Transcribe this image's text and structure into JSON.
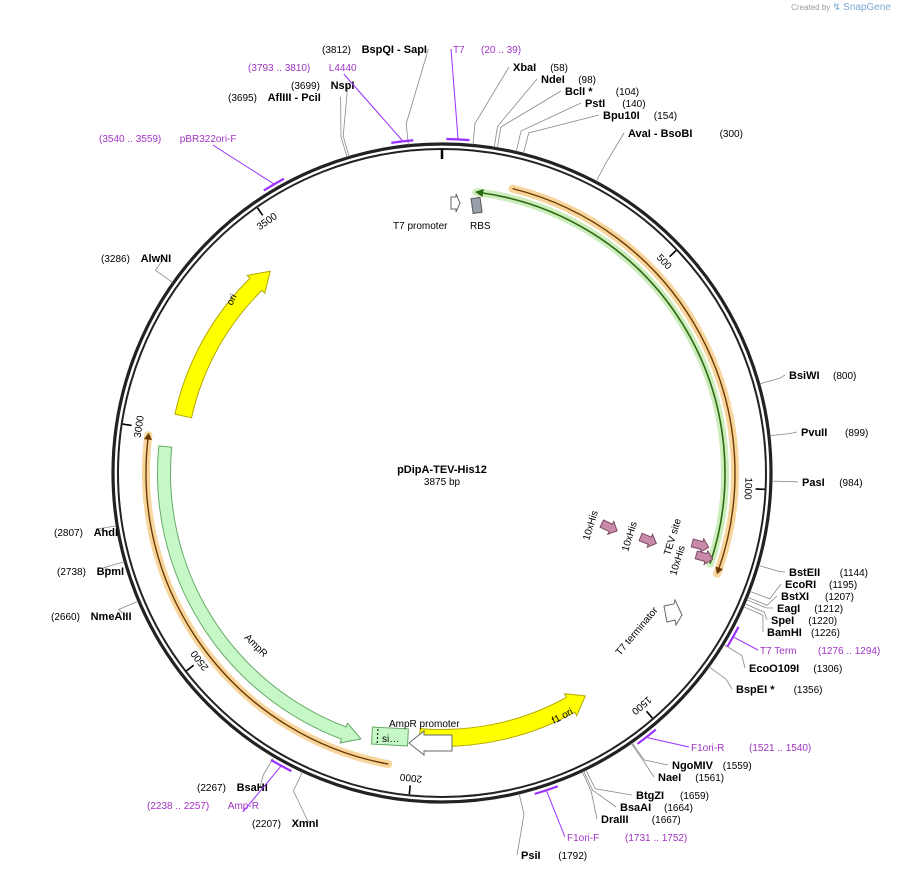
{
  "credit": {
    "prefix": "Created by",
    "brand": "SnapGene"
  },
  "plasmid": {
    "name": "pDipA-TEV-His12",
    "length_label": "3875 bp",
    "length": 3875
  },
  "colors": {
    "backbone": "#222222",
    "primer": "#9b30ff",
    "ori": "#ffff00",
    "ampr": "#c6f7c6",
    "orf_outline": "#f0b24b",
    "green_feature": "#5ab82c"
  },
  "ticks": [
    {
      "pos": 500,
      "label": "500"
    },
    {
      "pos": 1000,
      "label": "1000"
    },
    {
      "pos": 1500,
      "label": "1500"
    },
    {
      "pos": 2000,
      "label": "2000"
    },
    {
      "pos": 2500,
      "label": "2500"
    },
    {
      "pos": 3000,
      "label": "3000"
    },
    {
      "pos": 3500,
      "label": "3500"
    }
  ],
  "sites": [
    {
      "name": "XbaI",
      "pos": 58,
      "text": "(58)"
    },
    {
      "name": "NdeI",
      "pos": 98,
      "text": "(98)"
    },
    {
      "name": "BclI *",
      "pos": 104,
      "text": "(104)"
    },
    {
      "name": "PstI",
      "pos": 140,
      "text": "(140)"
    },
    {
      "name": "Bpu10I",
      "pos": 154,
      "text": "(154)"
    },
    {
      "name": "AvaI - BsoBI",
      "pos": 300,
      "text": "(300)"
    },
    {
      "name": "BsiWI",
      "pos": 800,
      "text": "(800)"
    },
    {
      "name": "PvuII",
      "pos": 899,
      "text": "(899)"
    },
    {
      "name": "PasI",
      "pos": 984,
      "text": "(984)"
    },
    {
      "name": "BstEII",
      "pos": 1144,
      "text": "(1144)"
    },
    {
      "name": "EcoRI",
      "pos": 1195,
      "text": "(1195)"
    },
    {
      "name": "BstXI",
      "pos": 1207,
      "text": "(1207)"
    },
    {
      "name": "EagI",
      "pos": 1212,
      "text": "(1212)"
    },
    {
      "name": "SpeI",
      "pos": 1220,
      "text": "(1220)"
    },
    {
      "name": "BamHI",
      "pos": 1226,
      "text": "(1226)"
    },
    {
      "name": "EcoO109I",
      "pos": 1306,
      "text": "(1306)"
    },
    {
      "name": "BspEI *",
      "pos": 1356,
      "text": "(1356)"
    },
    {
      "name": "NgoMIV",
      "pos": 1559,
      "text": "(1559)"
    },
    {
      "name": "NaeI",
      "pos": 1561,
      "text": "(1561)"
    },
    {
      "name": "BtgZI",
      "pos": 1659,
      "text": "(1659)"
    },
    {
      "name": "BsaAI",
      "pos": 1664,
      "text": "(1664)"
    },
    {
      "name": "DraIII",
      "pos": 1667,
      "text": "(1667)"
    },
    {
      "name": "PsiI",
      "pos": 1792,
      "text": "(1792)"
    },
    {
      "name": "XmnI",
      "pos": 2207,
      "text": "(2207)"
    },
    {
      "name": "BsaHI",
      "pos": 2267,
      "text": "(2267)"
    },
    {
      "name": "NmeAIII",
      "pos": 2660,
      "text": "(2660)"
    },
    {
      "name": "BpmI",
      "pos": 2738,
      "text": "(2738)"
    },
    {
      "name": "AhdI",
      "pos": 2807,
      "text": "(2807)"
    },
    {
      "name": "AlwNI",
      "pos": 3286,
      "text": "(3286)"
    },
    {
      "name": "AflIII - PciI",
      "pos": 3695,
      "text": "(3695)"
    },
    {
      "name": "NspI",
      "pos": 3699,
      "text": "(3699)"
    },
    {
      "name": "BspQI - SapI",
      "pos": 3812,
      "text": "(3812)"
    }
  ],
  "primers": [
    {
      "name": "T7",
      "range": "(20 .. 39)",
      "start": 20,
      "end": 39
    },
    {
      "name": "L4440",
      "range": "(3793 .. 3810)",
      "start": 3793,
      "end": 3810
    },
    {
      "name": "pBR322ori-F",
      "range": "(3540 .. 3559)",
      "start": 3540,
      "end": 3559
    },
    {
      "name": "T7 Term",
      "range": "(1276 .. 1294)",
      "start": 1276,
      "end": 1294
    },
    {
      "name": "F1ori-R",
      "range": "(1521 .. 1540)",
      "start": 1521,
      "end": 1540
    },
    {
      "name": "F1ori-F",
      "range": "(1731 .. 1752)",
      "start": 1731,
      "end": 1752
    },
    {
      "name": "Amp-R",
      "range": "(2238 .. 2257)",
      "start": 2238,
      "end": 2257
    }
  ],
  "features": {
    "t7_promoter": "T7 promoter",
    "rbs": "RBS",
    "his_1": "10xHis",
    "his_2": "10xHis",
    "tev_site": "TEV site",
    "his_3": "10xHis",
    "t7_terminator": "T7 terminator",
    "f1_ori": "f1 ori",
    "ampr_promoter": "AmpR promoter",
    "signal_short": "si…",
    "ampr": "AmpR",
    "ori": "ori"
  }
}
